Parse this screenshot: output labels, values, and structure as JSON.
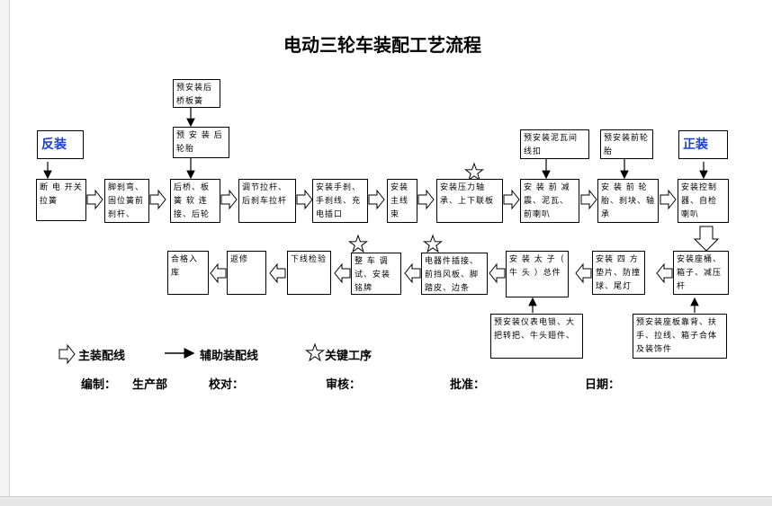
{
  "title": "电动三轮车装配工艺流程",
  "tags": {
    "reverse": "反装",
    "forward": "正装"
  },
  "row1": [
    "断 电 开关拉簧",
    "脚刹弯、固位簧前刹杆、",
    "后桥、板簧 软 连接、后轮",
    "调节拉杆、后刹车拉杆",
    "安装手刹、手刹线、充电插口",
    "安装主线束",
    "安装压力轴承、上下联板",
    "安 装 前 减震、泥瓦、前喇叭",
    "安 装 前 轮胎、刹块、轴承",
    "安装控制器、自检喇叭"
  ],
  "row2": [
    "合格入库",
    "返修",
    "下线检验",
    "整 车 调试、安装铭牌",
    "电器件插接、前挡风板、脚踏皮、边条",
    "安 装 太 子（ 牛 头 ）总件",
    "安装 四 方垫片、防撞球、尾灯",
    "安装座桶、箱子、减压杆"
  ],
  "aux_top": [
    "预安装后桥板簧",
    "预 安 装 后轮胎",
    "预安装泥瓦间线扣",
    "预安装前轮胎"
  ],
  "aux_bottom": [
    "预安装仪表电锁、大把转把、牛头翅件、",
    "预安装座板靠背、扶手、拉线、箱子合体及装饰件"
  ],
  "legend": {
    "main": "主装配线",
    "aux": "辅助装配线",
    "key": "关键工序"
  },
  "signature": {
    "compile_label": "编制：",
    "compile_value": "生产部",
    "proof_label": "校对：",
    "review_label": "审核：",
    "approve_label": "批准：",
    "date_label": "日期："
  }
}
